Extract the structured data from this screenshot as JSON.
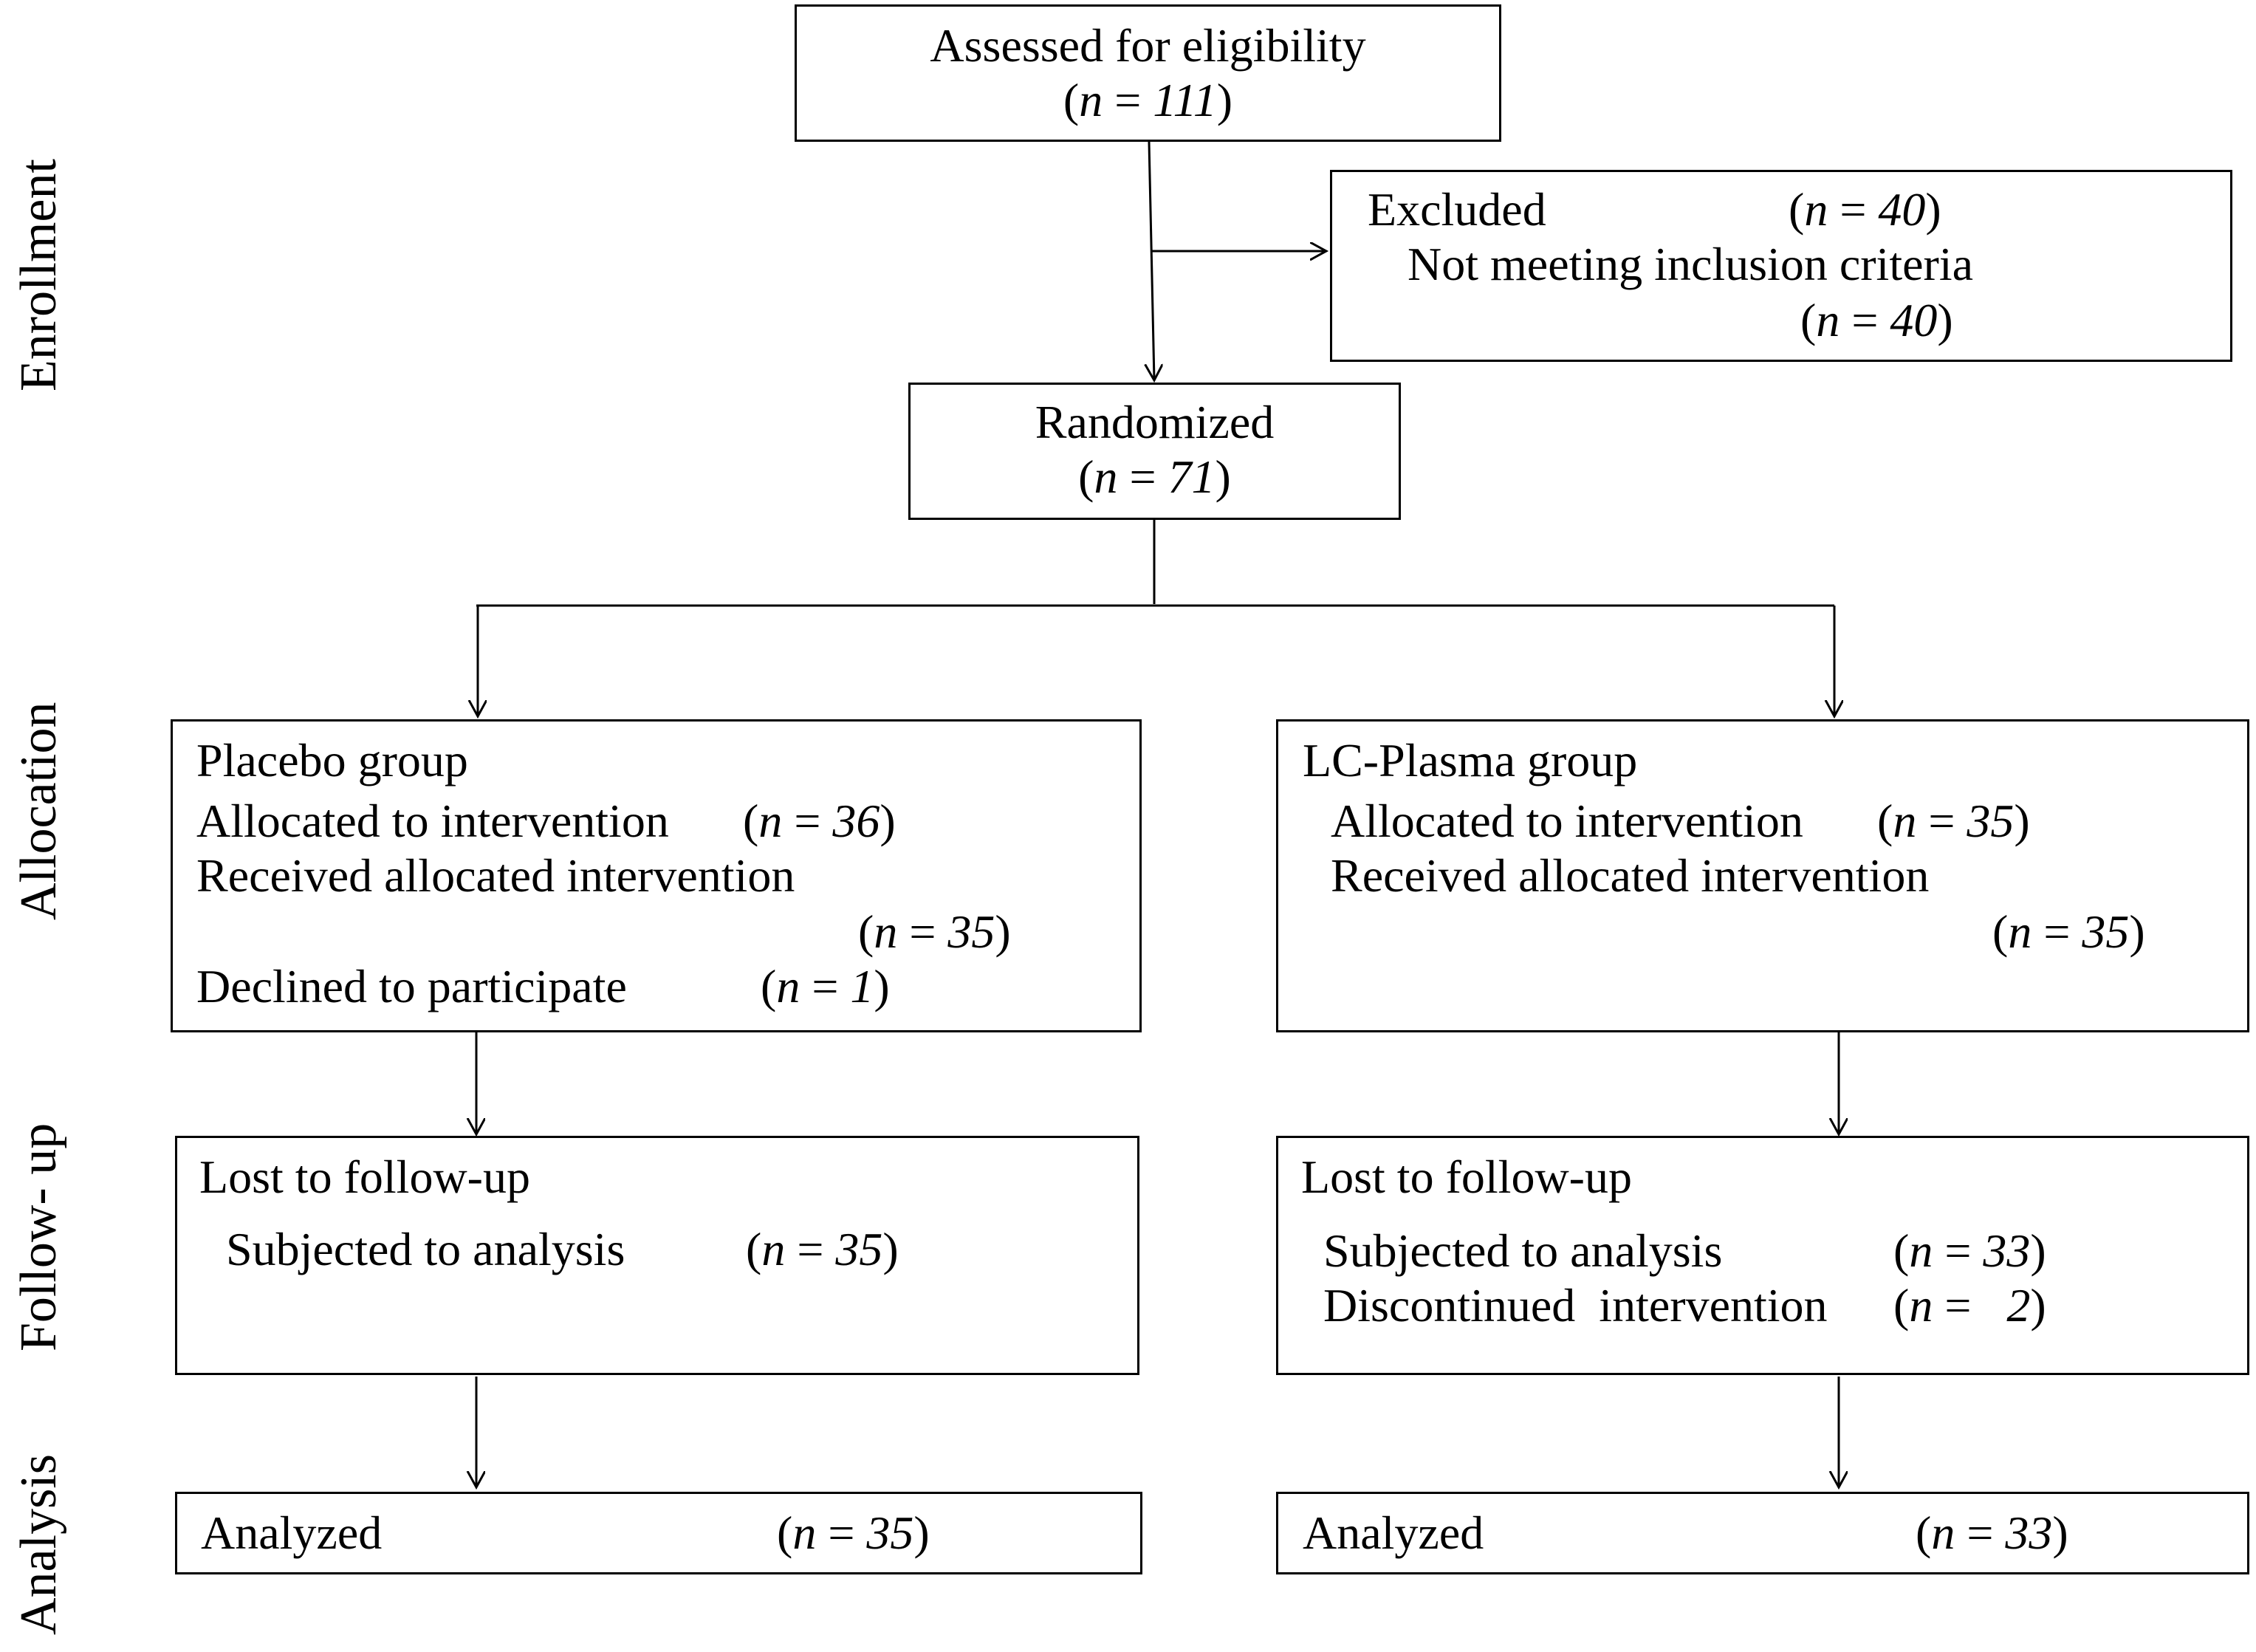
{
  "stages": {
    "enrollment": "Enrollment",
    "allocation": "Allocation",
    "followup": "Follow- up",
    "analysis": "Analysis"
  },
  "assessed": {
    "title": "Assessed for eligibility",
    "n": "111"
  },
  "excluded": {
    "title": "Excluded",
    "n": "40",
    "reason": "Not meeting inclusion criteria",
    "reason_n": "40"
  },
  "randomized": {
    "title": "Randomized",
    "n": "71"
  },
  "placebo": {
    "title": "Placebo group",
    "allocated_label": "Allocated to intervention",
    "allocated_n": "36",
    "received_label": "Received allocated intervention",
    "received_n": "35",
    "declined_label": "Declined to participate",
    "declined_n": "1",
    "lost_label": "Lost to follow-up",
    "subjected_label": "Subjected to analysis",
    "subjected_n": "35",
    "analyzed_label": "Analyzed",
    "analyzed_n": "35"
  },
  "lcplasma": {
    "title": "LC-Plasma group",
    "allocated_label": "Allocated to intervention",
    "allocated_n": "35",
    "received_label": "Received allocated intervention",
    "received_n": "35",
    "lost_label": "Lost to follow-up",
    "subjected_label": "Subjected to analysis",
    "subjected_n": "33",
    "discontinued_label": "Discontinued  intervention",
    "discontinued_n": "2",
    "analyzed_label": "Analyzed",
    "analyzed_n": "33"
  }
}
